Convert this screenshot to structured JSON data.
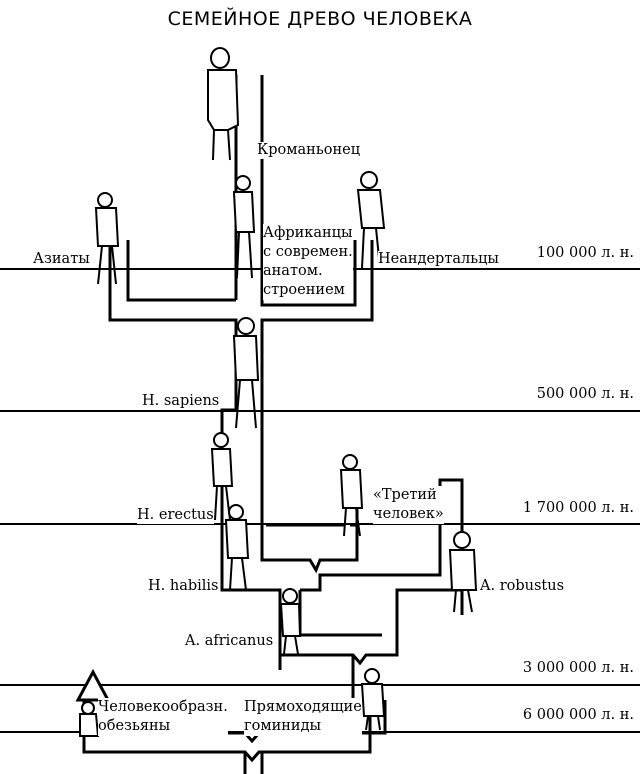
{
  "title": "СЕМЕЙНОЕ ДРЕВО ЧЕЛОВЕКА",
  "timeline": [
    {
      "label": "100 000 л. н."
    },
    {
      "label": "500 000 л. н."
    },
    {
      "label": "1 700 000 л. н."
    },
    {
      "label": "3 000 000 л. н."
    },
    {
      "label": "6 000 000 л. н."
    }
  ],
  "taxa": {
    "cromagnon": "Кроманьонец",
    "asians": "Азиаты",
    "africans": [
      "Африканцы",
      "с современ.",
      "анатом.",
      "строением"
    ],
    "neanderthals": "Неандертальцы",
    "sapiens": "H. sapiens",
    "erectus": "H. erectus",
    "third_chimp": [
      "«Третий",
      "человек»"
    ],
    "habilis": "H. habilis",
    "robustus": "A. robustus",
    "africanus": "A. africanus",
    "apes": [
      "Человекообразн.",
      "обезьяны"
    ],
    "hominids": [
      "Прямоходящие",
      "гоминиды"
    ]
  }
}
